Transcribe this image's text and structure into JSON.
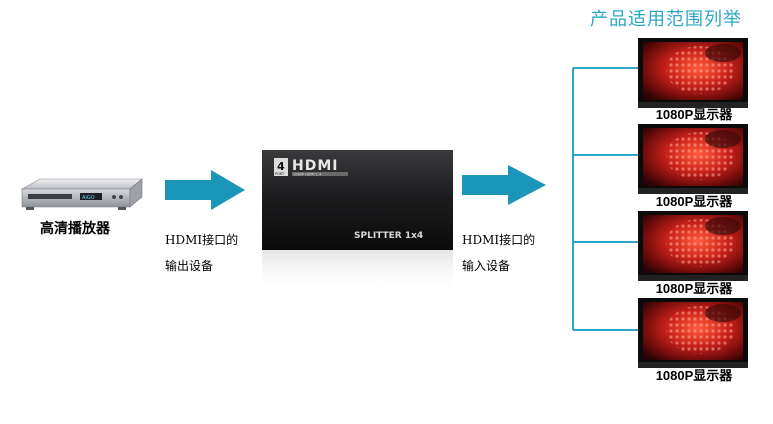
{
  "header": {
    "range_title": "产品适用范围列举"
  },
  "source": {
    "label": "高清播放器",
    "brand": "AIGO"
  },
  "splitter": {
    "badge_number": "4",
    "badge_sub": "PORT",
    "logo": "HDMI",
    "sub_logo": "1080P HDMI 1.4",
    "model": "SPLITTER 1x4"
  },
  "captions": {
    "left": {
      "line1": "HDMI接口的",
      "line2": "输出设备"
    },
    "right": {
      "line1": "HDMI接口的",
      "line2": "输入设备"
    }
  },
  "monitors": [
    {
      "label": "1080P显示器"
    },
    {
      "label": "1080P显示器"
    },
    {
      "label": "1080P显示器"
    },
    {
      "label": "1080P显示器"
    }
  ],
  "colors": {
    "arrow": "#1b96b8",
    "bracket": "#2aa7c6",
    "title": "#2aa7c6"
  }
}
